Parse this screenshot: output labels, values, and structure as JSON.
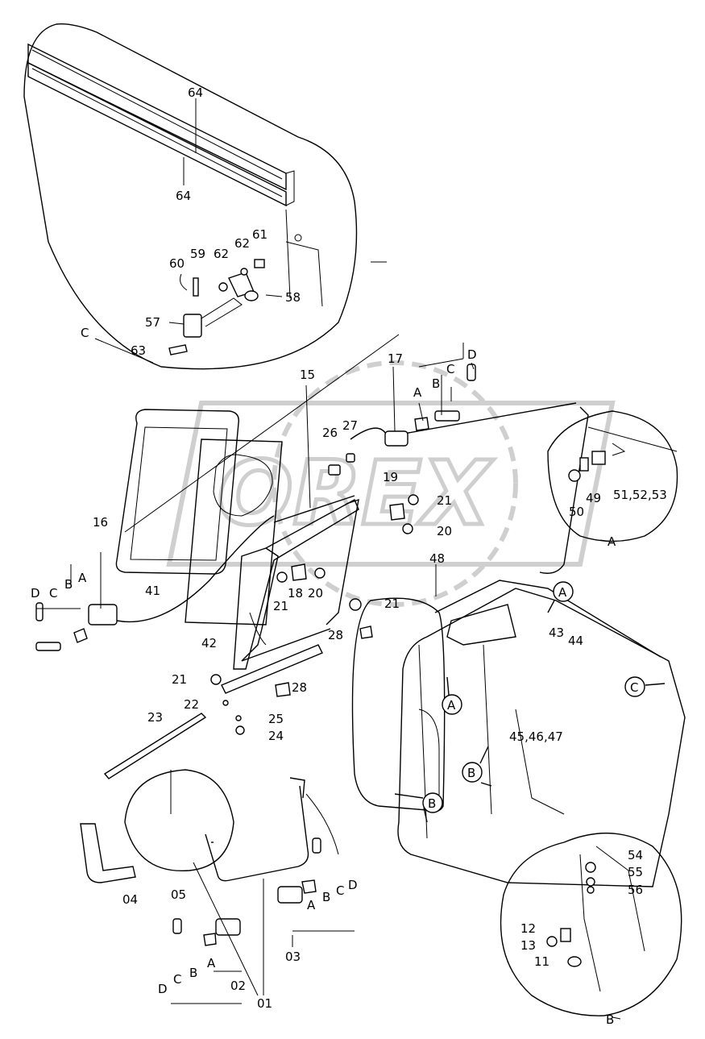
{
  "watermark": "OREX",
  "detail_views": {
    "A": "A",
    "B": "B",
    "C": "C"
  },
  "part_labels": {
    "p64a": "64",
    "p64b": "64",
    "p61": "61",
    "p62a": "62",
    "p62b": "62",
    "p59": "59",
    "p60": "60",
    "p58": "58",
    "p57": "57",
    "p63": "63",
    "p17": "17",
    "p15": "15",
    "p16": "16",
    "p26": "26",
    "p27": "27",
    "p19": "19",
    "p21a": "21",
    "p21b": "21",
    "p21c": "21",
    "p21d": "21",
    "p20a": "20",
    "p20b": "20",
    "p18": "18",
    "p41": "41",
    "p42": "42",
    "p28a": "28",
    "p28b": "28",
    "p22": "22",
    "p25": "25",
    "p24": "24",
    "p23": "23",
    "p48": "48",
    "p49": "49",
    "p50": "50",
    "p51_53": "51,52,53",
    "p43": "43",
    "p44": "44",
    "p45_47": "45,46,47",
    "p04": "04",
    "p05": "05",
    "p02": "02",
    "p03": "03",
    "p01": "01",
    "p54": "54",
    "p55": "55",
    "p56": "56",
    "p12": "12",
    "p13": "13",
    "p11": "11"
  },
  "sub_labels": {
    "top_A": "A",
    "top_B": "B",
    "top_C": "C",
    "top_D": "D",
    "left_A": "A",
    "left_B": "B",
    "left_C": "C",
    "left_D": "D",
    "r03_A": "A",
    "r03_B": "B",
    "r03_C": "C",
    "r03_D": "D",
    "r02_A": "A",
    "r02_B": "B",
    "r02_C": "C",
    "r02_D": "D"
  },
  "callouts": {
    "callout_A_roof": "A",
    "callout_A_front": "A",
    "callout_B_pillar1": "B",
    "callout_B_pillar2": "B",
    "callout_C_rear": "C"
  }
}
